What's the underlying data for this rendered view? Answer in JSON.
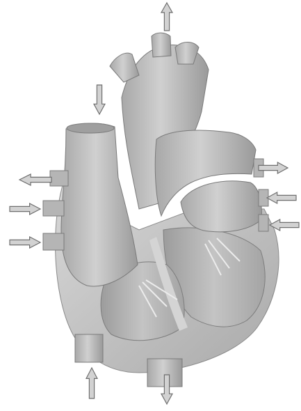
{
  "diagram": {
    "subject": "heart-cross-section",
    "colors": {
      "background": "#ffffff",
      "wall": "#c9c9c9",
      "wall_dark": "#9a9a9a",
      "chamber": "#b3b3b3",
      "chamber_shadow": "#8e8e8e",
      "arrow_fill": "#d2d2d2",
      "arrow_stroke": "#6e6e6e"
    },
    "arrows": [
      {
        "id": "top-up",
        "direction": "up"
      },
      {
        "id": "svc-down",
        "direction": "down"
      },
      {
        "id": "left-out",
        "direction": "left"
      },
      {
        "id": "left-in-1",
        "direction": "right"
      },
      {
        "id": "left-in-2",
        "direction": "right"
      },
      {
        "id": "right-out",
        "direction": "right"
      },
      {
        "id": "right-in-1",
        "direction": "left"
      },
      {
        "id": "right-in-2",
        "direction": "left"
      },
      {
        "id": "bottom-up",
        "direction": "up"
      },
      {
        "id": "bottom-down",
        "direction": "down"
      }
    ]
  }
}
